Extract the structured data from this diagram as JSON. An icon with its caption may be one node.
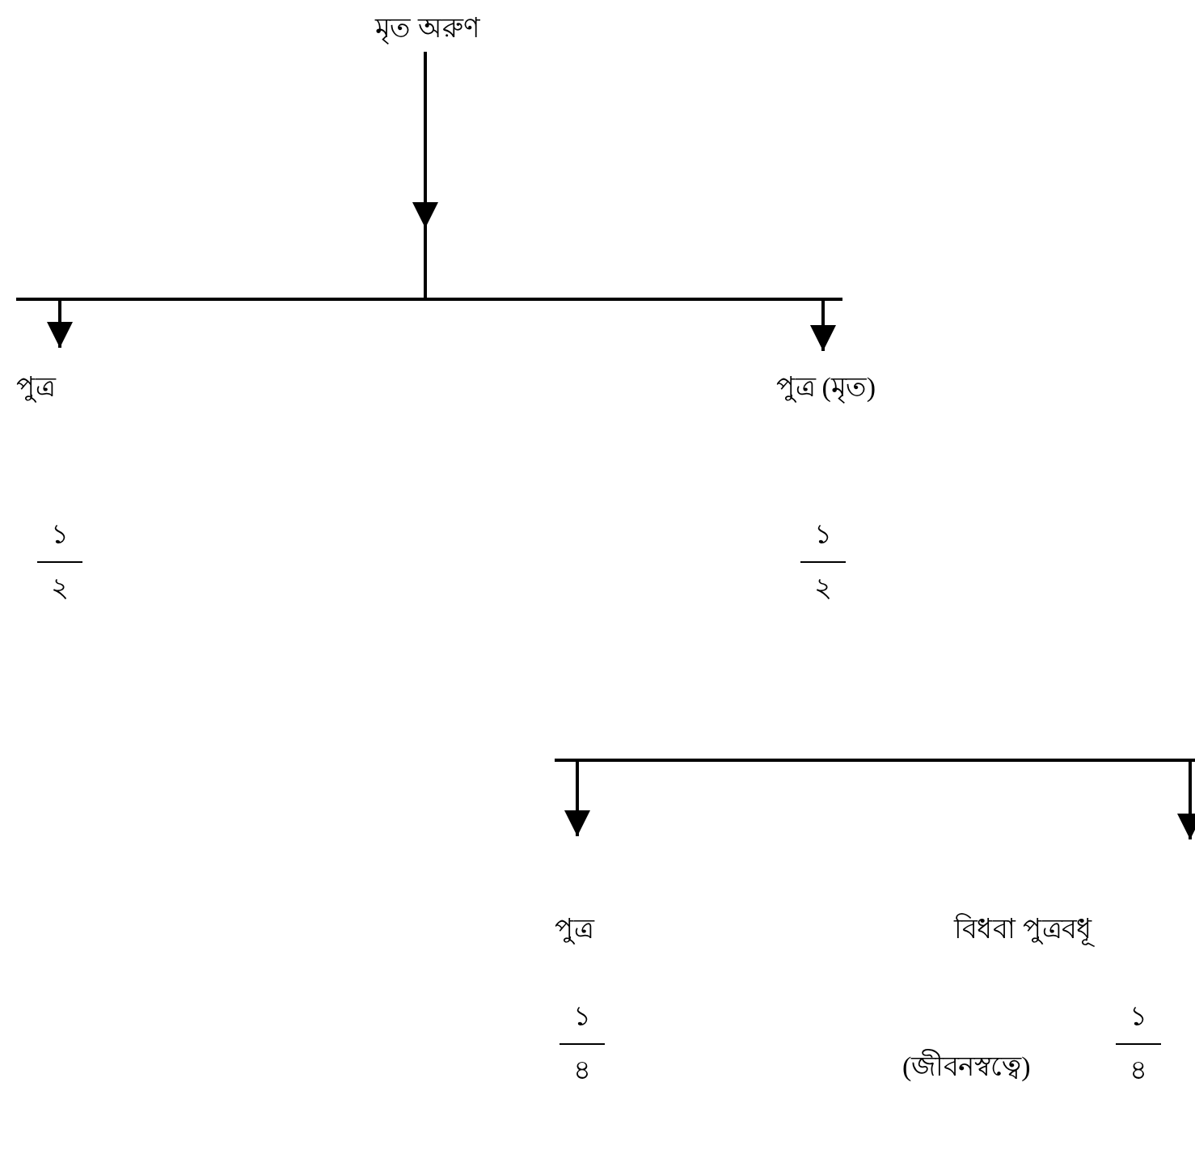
{
  "diagram": {
    "nodes": [
      {
        "text": [
          "মৃত অরুণ"
        ]
      },
      {
        "text": [
          "পুত্র"
        ],
        "beside": [
          "১",
          "২"
        ]
      },
      {
        "text": [
          "পুত্র (মৃত)"
        ],
        "beside": [
          "১",
          "২"
        ]
      },
      {
        "text": [
          "পুত্র"
        ],
        "beside": [
          "১",
          "৪"
        ]
      },
      {
        "text": [
          "বিধবা পুত্রবধূ"
        ],
        "beside": [
          "(জীবনস্বত্বে)",
          "১",
          "৪"
        ]
      }
    ],
    "edges": [
      {
        "from": 0,
        "to": 1,
        "arrow": "to"
      },
      {
        "from": 0,
        "to": 2,
        "arrow": "to"
      },
      {
        "from": null,
        "to": 3,
        "arrow": "to"
      },
      {
        "from": null,
        "to": 4,
        "arrow": "to"
      }
    ]
  }
}
